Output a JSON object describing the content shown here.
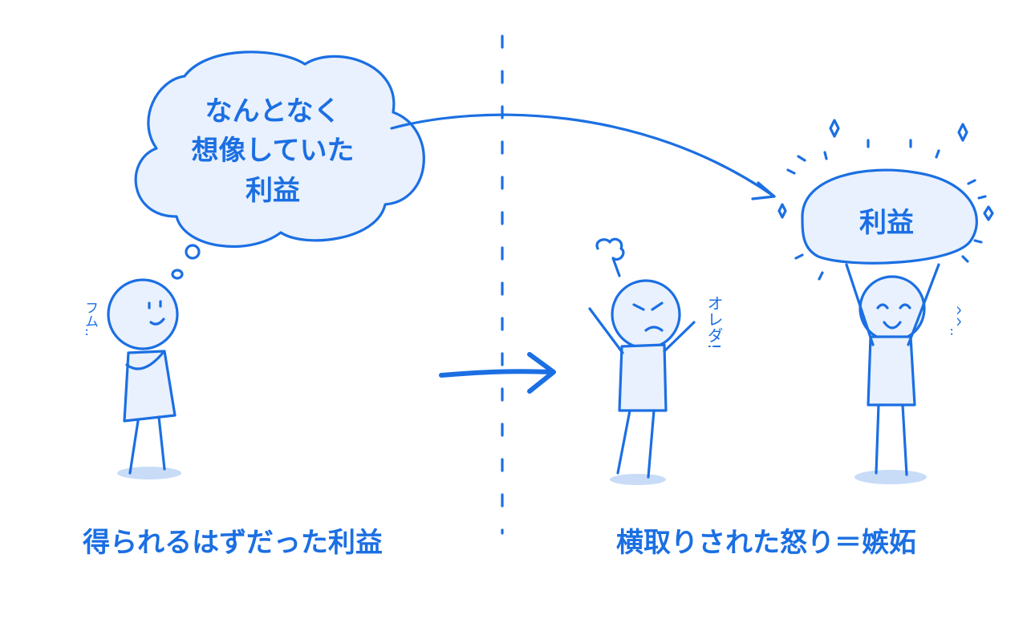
{
  "thought_bubble": {
    "lines": [
      "なんとなく",
      "想像していた",
      "利益"
    ]
  },
  "profit_blob": {
    "label": "利益"
  },
  "left_caption": "得られるはずだった利益",
  "right_caption": "横取りされた怒り＝嫉妬",
  "sound_effects": {
    "thinking": "フム..",
    "angry": "オレダ!",
    "happy": "^^.."
  },
  "colors": {
    "line": "#1b6fe3",
    "fill": "#e8f1fd",
    "shadow": "#c8dcf8"
  }
}
